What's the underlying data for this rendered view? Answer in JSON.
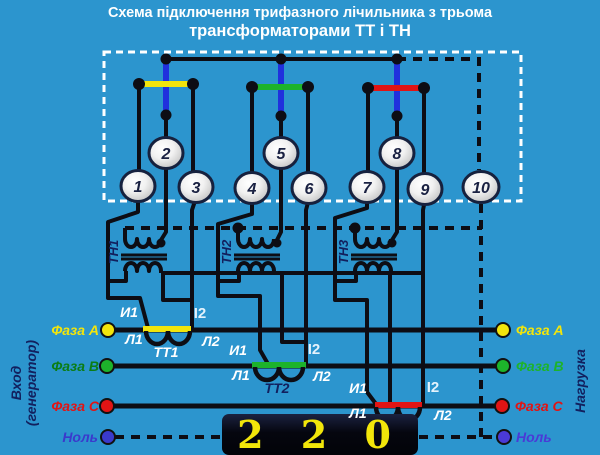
{
  "title": {
    "line1": "Схема підключення трифазного лічильника з трьома",
    "line2": "трансформаторами ТТ і ТН"
  },
  "meter": {
    "terminals": [
      "1",
      "2",
      "3",
      "4",
      "5",
      "6",
      "7",
      "8",
      "9",
      "10"
    ]
  },
  "voltage_transformers": [
    "ТН1",
    "ТН2",
    "ТН3"
  ],
  "current_transformers": [
    {
      "name": "ТТ1",
      "i1": "И1",
      "l1": "Л1",
      "i2": "I2",
      "l2": "Л2"
    },
    {
      "name": "ТТ2",
      "i1": "И1",
      "l1": "Л1",
      "i2": "I2",
      "l2": "Л2"
    },
    {
      "i1": "И1",
      "l1": "Л1",
      "i2": "I2",
      "l2": "Л2"
    }
  ],
  "input": {
    "caption_line1": "Вход",
    "caption_line2": "(генератор)",
    "phase_a": "Фаза А",
    "phase_b": "Фаза В",
    "phase_c": "Фаза С",
    "neutral": "Ноль"
  },
  "output": {
    "caption": "Нагрузка",
    "phase_a": "Фаза А",
    "phase_b": "Фаза В",
    "phase_c": "Фаза С",
    "neutral": "Ноль"
  },
  "voltage_badge": "2 2 0",
  "colors": {
    "background": "#2c95ce",
    "wire": "#0d0d14",
    "vt_drop_blue": "#2030dd",
    "phase_a": "#f2e50c",
    "phase_b": "#1db32b",
    "phase_b_dark": "#0b7d15",
    "phase_c": "#e11414",
    "neutral_in": "#3a3acc",
    "neutral_out": "#4a3ad6",
    "label_navy": "#12205e",
    "badge_text": "#f2e60a",
    "badge_bg": "#05060f"
  }
}
